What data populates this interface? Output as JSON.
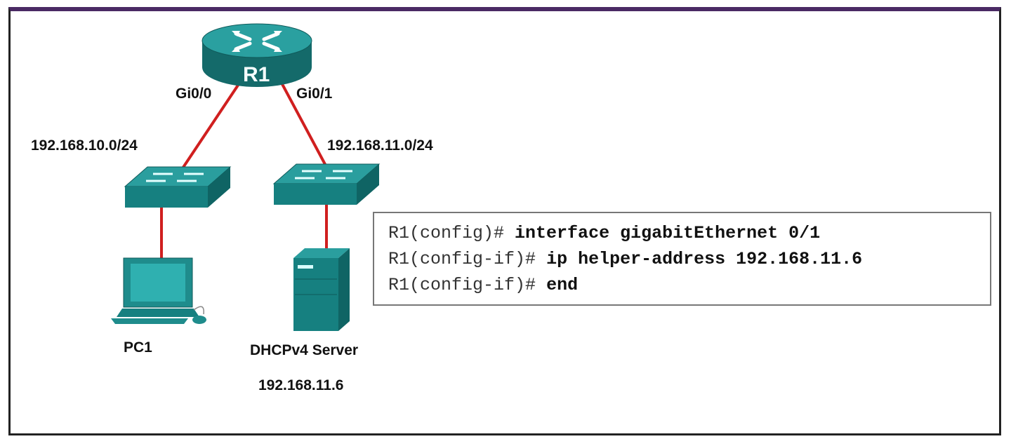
{
  "router": {
    "name": "R1",
    "left_interface": "Gi0/0",
    "right_interface": "Gi0/1"
  },
  "networks": {
    "left": "192.168.10.0/24",
    "right": "192.168.11.0/24"
  },
  "pc": {
    "name": "PC1"
  },
  "server": {
    "name": "DHCPv4 Server",
    "ip": "192.168.11.6"
  },
  "cli": [
    {
      "prompt": "R1(config)#",
      "command": "interface gigabitEthernet 0/1"
    },
    {
      "prompt": "R1(config-if)#",
      "command": "ip helper-address 192.168.11.6"
    },
    {
      "prompt": "R1(config-if)#",
      "command": "end"
    }
  ],
  "colors": {
    "device": "#1f8c8c",
    "device_dark": "#146a6a",
    "link": "#d01f1f",
    "frame_top": "#4a2a64"
  }
}
